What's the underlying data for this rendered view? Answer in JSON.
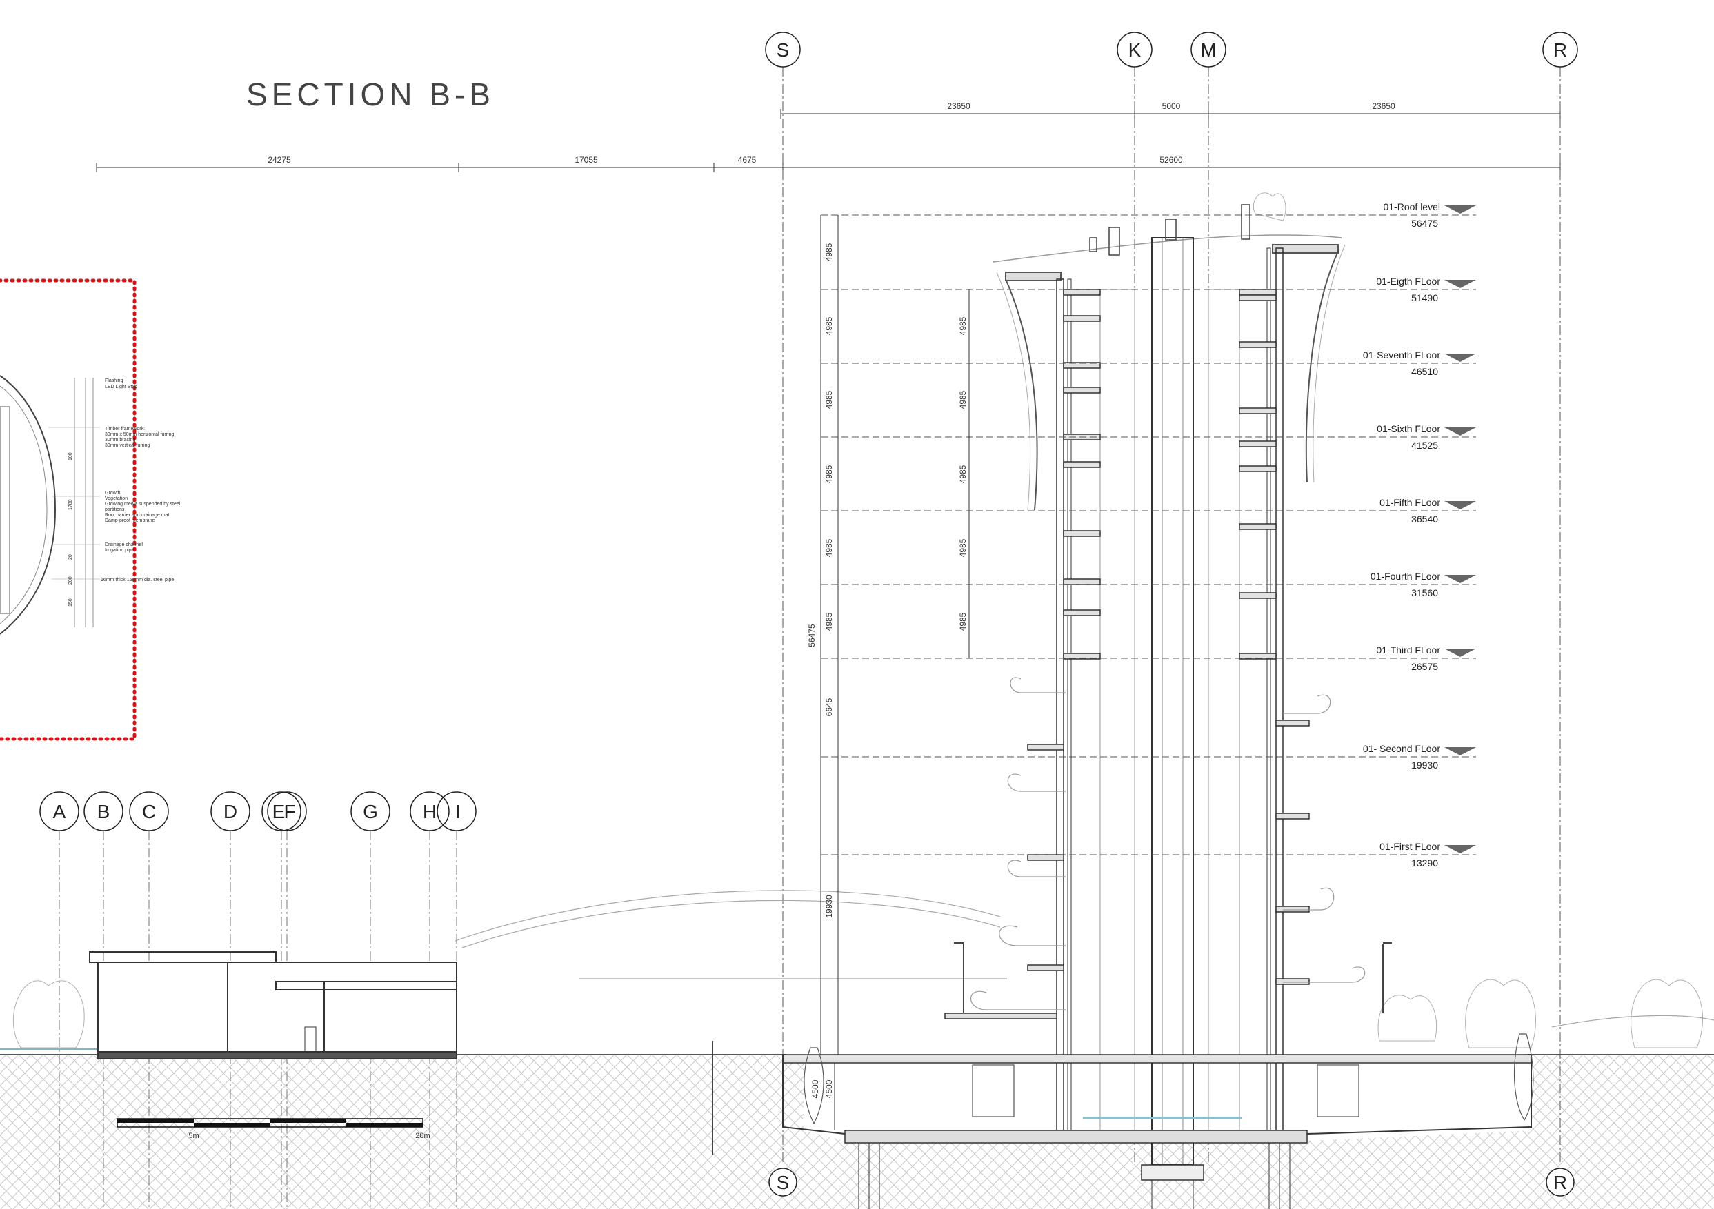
{
  "drawing": {
    "title": "SECTION B-B",
    "top_dimensions": [
      "23650",
      "5000",
      "23650"
    ],
    "second_dimensions": [
      "24275",
      "17055",
      "4675",
      "52600"
    ],
    "grid_top": [
      "S",
      "K",
      "M",
      "R"
    ],
    "grid_left": [
      "A",
      "B",
      "C",
      "D",
      "E",
      "F",
      "G",
      "H",
      "I"
    ],
    "levels": [
      {
        "name": "01-Roof level",
        "value": "56475"
      },
      {
        "name": "01-Eigth FLoor",
        "value": "51490"
      },
      {
        "name": "01-Seventh FLoor",
        "value": "46510"
      },
      {
        "name": "01-Sixth FLoor",
        "value": "41525"
      },
      {
        "name": "01-Fifth FLoor",
        "value": "36540"
      },
      {
        "name": "01-Fourth FLoor",
        "value": "31560"
      },
      {
        "name": "01-Third FLoor",
        "value": "26575"
      },
      {
        "name": "01- Second FLoor",
        "value": "19930"
      },
      {
        "name": "01-First FLoor",
        "value": "13290"
      }
    ],
    "left_vertical_dims": [
      "4985",
      "4985",
      "4985",
      "4985",
      "4985",
      "4985",
      "6645",
      "19930",
      "4500"
    ],
    "inner_vertical_dims": [
      "4985",
      "4985",
      "4985",
      "4985",
      "4985"
    ],
    "total_height": "56475",
    "basement_dims": [
      "4500"
    ],
    "scale_labels": [
      "5m",
      "20m"
    ],
    "detail_notes": [
      "Flashing",
      "LED Light Strip",
      "Timber framework:",
      "30mm x 50mm horizontal furring",
      "30mm bracing",
      "30mm vertical furring",
      "Growth",
      "Vegetation",
      "Growing media suspended by steel",
      "partitions",
      "Root barrier and drainage mat",
      "Damp-proof membrane",
      "Drainage channel",
      "Irrigation pipe",
      "16mm thick 150mm dia. steel pipe"
    ],
    "detail_dims": [
      "1780",
      "100",
      "200",
      "150",
      "20"
    ],
    "colors": {
      "line": "#333333",
      "light": "#9a9a9a",
      "detail_border": "#d8141b",
      "ground_hatch": "#bdbdbd"
    }
  }
}
